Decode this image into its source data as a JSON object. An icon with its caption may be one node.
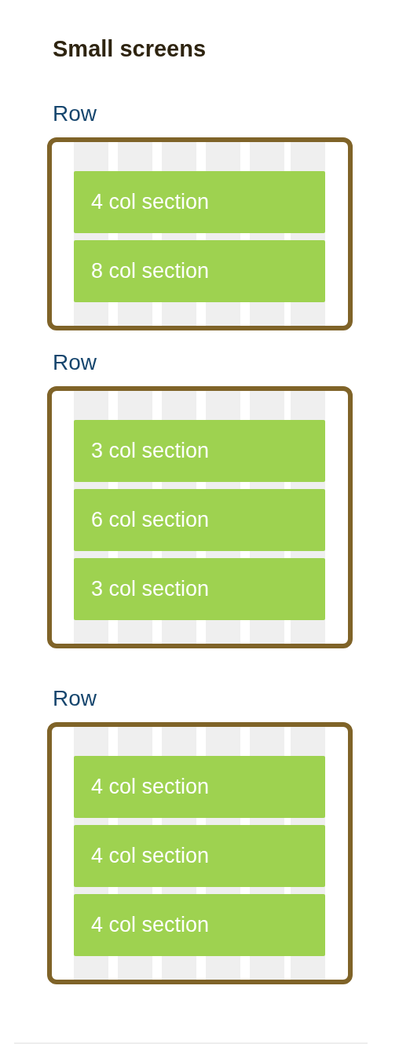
{
  "diagram": {
    "title": "Small screens",
    "nodes": [
      {
        "text": [
          "Row"
        ]
      },
      {
        "text": [
          "4 col section"
        ],
        "in": 0
      },
      {
        "text": [
          "8 col section"
        ],
        "in": 0
      },
      {
        "text": [
          "Row"
        ]
      },
      {
        "text": [
          "3 col section"
        ],
        "in": 3
      },
      {
        "text": [
          "6 col section"
        ],
        "in": 3
      },
      {
        "text": [
          "3 col section"
        ],
        "in": 3
      },
      {
        "text": [
          "Row"
        ]
      },
      {
        "text": [
          "4 col section"
        ],
        "in": 7
      },
      {
        "text": [
          "4 col section"
        ],
        "in": 7
      },
      {
        "text": [
          "4 col section"
        ],
        "in": 7
      }
    ],
    "edges": []
  }
}
